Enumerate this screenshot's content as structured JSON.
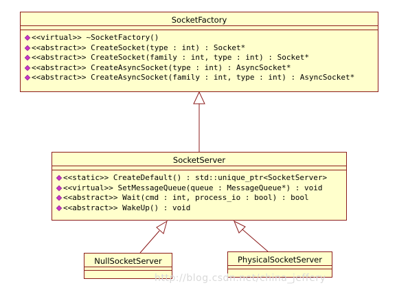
{
  "classes": {
    "socket_factory": {
      "name": "SocketFactory",
      "operations": [
        "<<virtual>> ~SocketFactory()",
        "<<abstract>> CreateSocket(type : int) : Socket*",
        "<<abstract>> CreateSocket(family : int, type : int) : Socket*",
        "<<abstract>> CreateAsyncSocket(type : int) : AsyncSocket*",
        "<<abstract>> CreateAsyncSocket(family : int, type : int) : AsyncSocket*"
      ]
    },
    "socket_server": {
      "name": "SocketServer",
      "operations": [
        "<<static>> CreateDefault() : std::unique_ptr<SocketServer>",
        "<<virtual>> SetMessageQueue(queue : MessageQueue*) : void",
        "<<abstract>> Wait(cmd : int, process_io : bool) : bool",
        "<<abstract>> WakeUp() : void"
      ]
    },
    "null_socket_server": {
      "name": "NullSocketServer"
    },
    "physical_socket_server": {
      "name": "PhysicalSocketServer"
    }
  },
  "relations": [
    {
      "from": "SocketServer",
      "to": "SocketFactory",
      "kind": "generalization"
    },
    {
      "from": "NullSocketServer",
      "to": "SocketServer",
      "kind": "generalization"
    },
    {
      "from": "PhysicalSocketServer",
      "to": "SocketServer",
      "kind": "generalization"
    }
  ],
  "watermark": "http://blog.csdn.net/china_jeffery",
  "colors": {
    "box_fill": "#ffffcc",
    "box_border": "#8b1a1a",
    "op_marker": "#cc33cc"
  }
}
